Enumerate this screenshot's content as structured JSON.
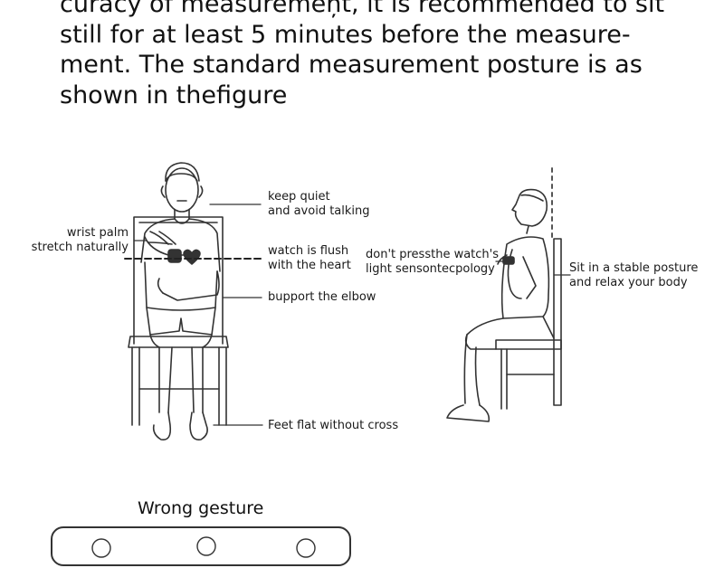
{
  "intro_lines": [
    "curacy of measuremeņt, it is recommended to sit",
    "still for at least 5 minutes before the measure-",
    "ment. The standard measurement posture is as",
    "shown in thefigure"
  ],
  "front_figure": {
    "label_keep_quiet": [
      "keep quiet",
      "and avoid talking"
    ],
    "label_wrist": [
      "wrist palm",
      "stretch naturally"
    ],
    "label_watch_flush": [
      "watch is flush",
      "with the heart"
    ],
    "label_elbow": "bupport the elbow",
    "label_feet": "Feet flat without cross"
  },
  "side_figure": {
    "label_sensor": [
      "don't pressthe watch's",
      "light sensontecpology"
    ],
    "label_posture": [
      "Sit in a stable posture",
      "and relax your body"
    ]
  },
  "wrong_section": {
    "title": "Wrong gesture"
  }
}
